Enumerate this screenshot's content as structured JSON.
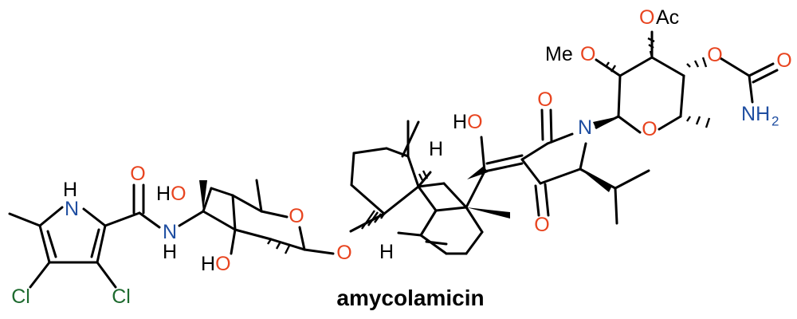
{
  "title": "amycolamicin",
  "colors": {
    "bond": "#000000",
    "oxygen": "#e8441f",
    "nitrogen": "#1f4ea1",
    "chlorine": "#1e6b2f",
    "carbon_text": "#000000"
  },
  "atoms": {
    "pyrrole_nh_n": "N",
    "pyrrole_nh_h": "H",
    "cl_left": "Cl",
    "cl_right": "Cl",
    "amide_o": "O",
    "amide_nh_n": "N",
    "amide_nh_h": "H",
    "ho_top": "HO",
    "ho_bottom": "HO",
    "sugar_ring_o": "O",
    "glycoside_o": "O",
    "h_upper": "H",
    "h_lower": "H",
    "enol_ho": "HO",
    "tetramic_o_top": "O",
    "tetramic_o_bottom": "O",
    "tetramic_n": "N",
    "ome_me": "Me",
    "ome_o": "O",
    "oac_o": "O",
    "oac_ac": "Ac",
    "carbamate_o_link": "O",
    "carbamate_o_carbonyl": "O",
    "nh2_n": "N",
    "nh2_h": "H",
    "nh2_sub": "2",
    "sugar2_ring_o": "O"
  }
}
